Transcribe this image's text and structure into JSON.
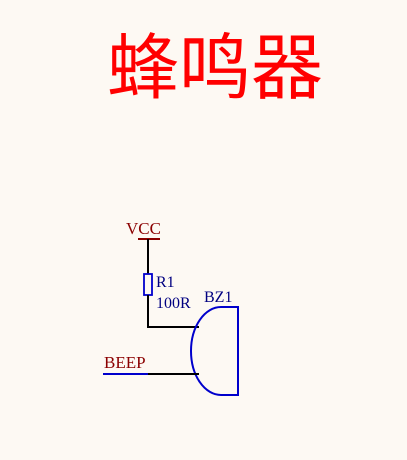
{
  "title": "蜂鸣器",
  "nets": {
    "power": "VCC",
    "signal": "BEEP"
  },
  "components": {
    "resistor": {
      "designator": "R1",
      "value": "100R"
    },
    "buzzer": {
      "designator": "BZ1"
    }
  },
  "colors": {
    "background": "#fdf9f3",
    "title": "#ff0000",
    "wire": "#000000",
    "net_label": "#8b0000",
    "part_symbol": "#0000cc",
    "component_text": "#000080"
  }
}
